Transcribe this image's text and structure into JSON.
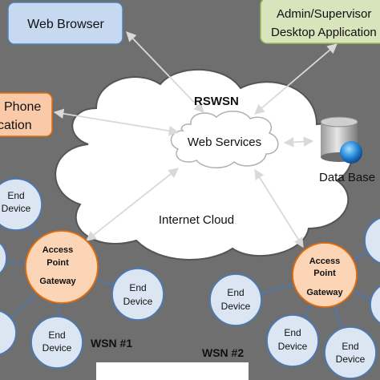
{
  "boxes": {
    "web_browser": "Web Browser",
    "admin_line1": "Admin/Supervisor",
    "admin_line2": "Desktop Application",
    "phone_line1": "Phone",
    "phone_line2": "cation"
  },
  "cloud": {
    "title": "RSWSN",
    "web_services": "Web Services",
    "internet": "Internet Cloud"
  },
  "data_base": "Data Base",
  "wsn1": {
    "label": "WSN #1",
    "gateway_line1": "Access",
    "gateway_line2": "Point",
    "gateway_line3": "Gateway",
    "end_line1": "End",
    "end_line2": "Device"
  },
  "wsn2": {
    "label": "WSN #2",
    "gateway_line1": "Access",
    "gateway_line2": "Point",
    "gateway_line3": "Gateway",
    "end_line1": "End",
    "end_line2": "Device"
  },
  "colors": {
    "background": "#6f6f6f",
    "web_browser_fill": "#c6d9f1",
    "admin_fill": "#d8e4bc",
    "phone_fill": "#f9c9a8",
    "gateway_fill": "#fbd5b5",
    "end_device_fill": "#dce6f2",
    "cloud_fill": "#ffffff"
  }
}
